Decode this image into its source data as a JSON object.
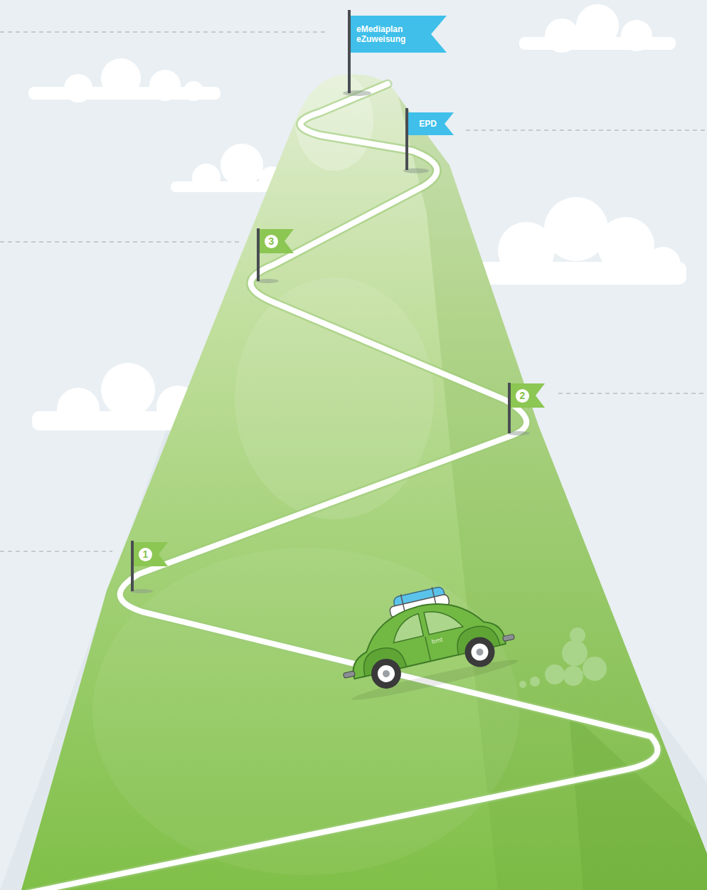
{
  "diagram": {
    "nodes": [
      {
        "text": [
          "eMediaplan eZuweisung"
        ]
      },
      {
        "text": [
          "EPD"
        ]
      },
      {
        "text": [
          "3"
        ]
      },
      {
        "text": [
          "2"
        ]
      },
      {
        "text": [
          "1"
        ]
      }
    ],
    "labels": [
      "bmt"
    ]
  }
}
